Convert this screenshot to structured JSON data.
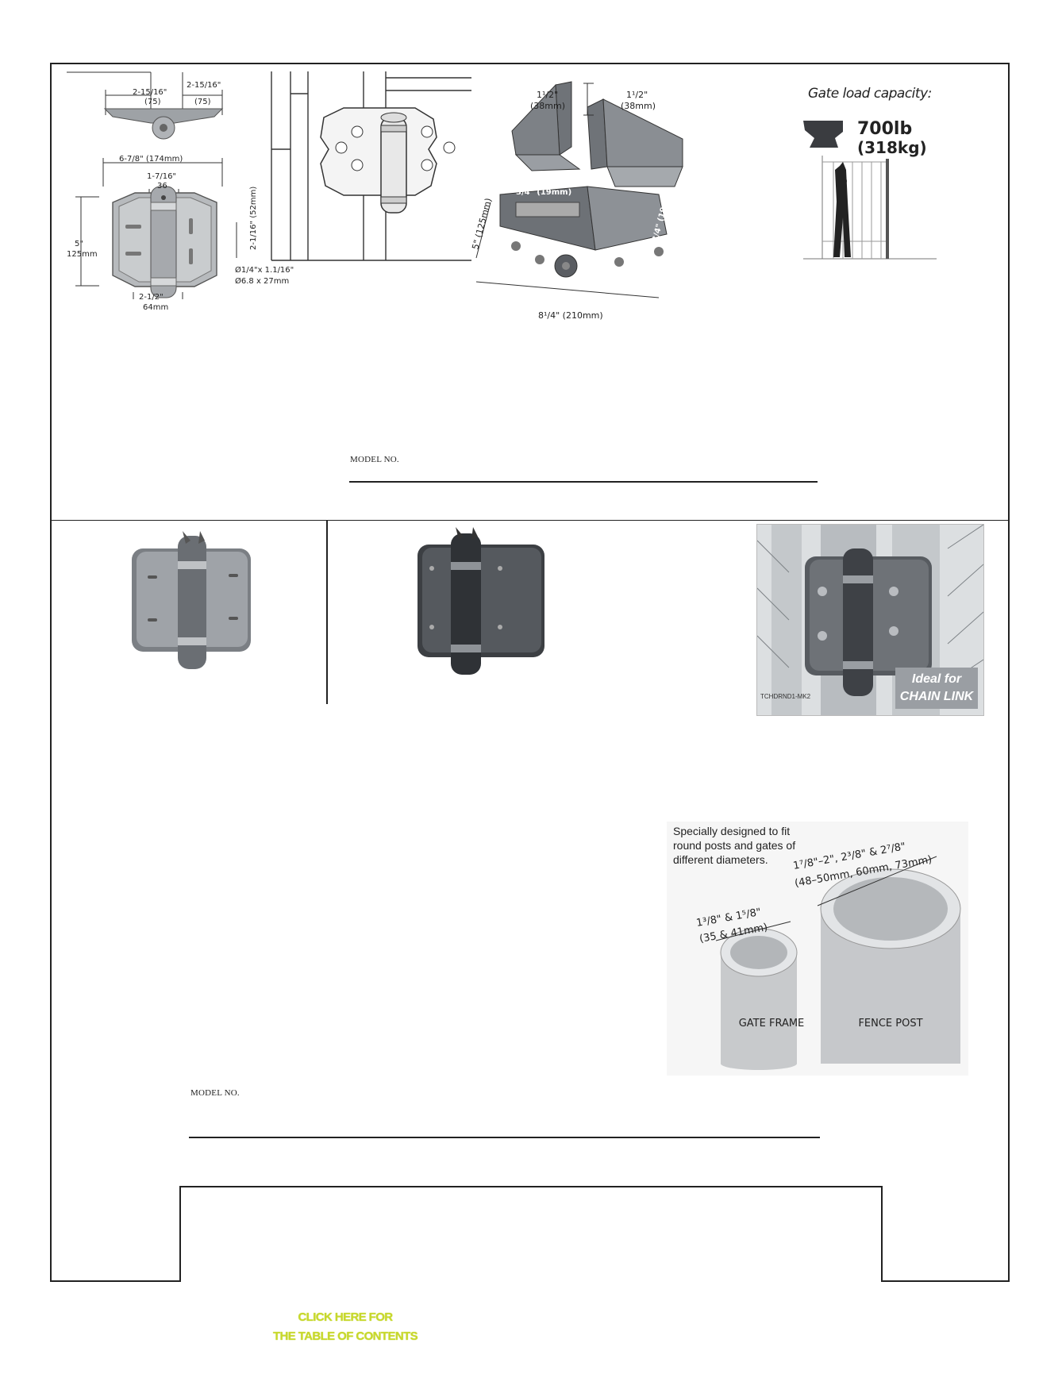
{
  "section1": {
    "dims": {
      "top_left": "2-15/16\"",
      "top_left_mm": "(75)",
      "top_right": "2-15/16\"",
      "top_right_mm": "(75)",
      "width": "6-7/8\" (174mm)",
      "knuckle": "1-7/16\"",
      "knuckle_mm": "36",
      "height": "5\"",
      "height_mm": "125mm",
      "hole": "Ø1/4\"x 1.1/16\"",
      "hole_mm": "Ø6.8 x 27mm",
      "bottom": "2-1/2\"",
      "bottom_mm": "64mm",
      "side": "2-1/16\" (52mm)"
    },
    "exploded": {
      "left_flange": "1¹/2\"",
      "left_flange_mm": "(38mm)",
      "right_flange": "1¹/2\"",
      "right_flange_mm": "(38mm)",
      "offset_left": "3/4\" (19mm)",
      "offset_right": "3/4\" (19mm)",
      "height": "5\" (125mm)",
      "length": "8¹/4\" (210mm)"
    },
    "capacity": {
      "title": "Gate load capacity:",
      "lb": "700lb",
      "kg": "(318kg)"
    },
    "model_label": "MODEL NO."
  },
  "section2": {
    "ideal_line1": "Ideal for",
    "ideal_line2": "CHAIN LINK",
    "photo_code": "TCHDRND1-MK2",
    "round_posts": {
      "line1": "Specially designed to fit",
      "line2": "round posts and gates of",
      "line3": "different diameters.",
      "small_size": "1³/8\" & 1⁵/8\"",
      "small_mm": "(35 & 41mm)",
      "large_size": "1⁷/8\"–2\", 2³/8\" & 2⁷/8\"",
      "large_mm": "(48–50mm, 60mm, 73mm)",
      "gate_frame": "GATE FRAME",
      "fence_post": "FENCE POST"
    },
    "model_label": "MODEL NO."
  },
  "footer": {
    "toc_line1": "CLICK HERE FOR",
    "toc_line2": "THE TABLE OF CONTENTS"
  },
  "colors": {
    "link": "#c7d82b",
    "frame": "#222222",
    "metal_dark": "#5a5d62",
    "metal_light": "#a9acb0"
  }
}
